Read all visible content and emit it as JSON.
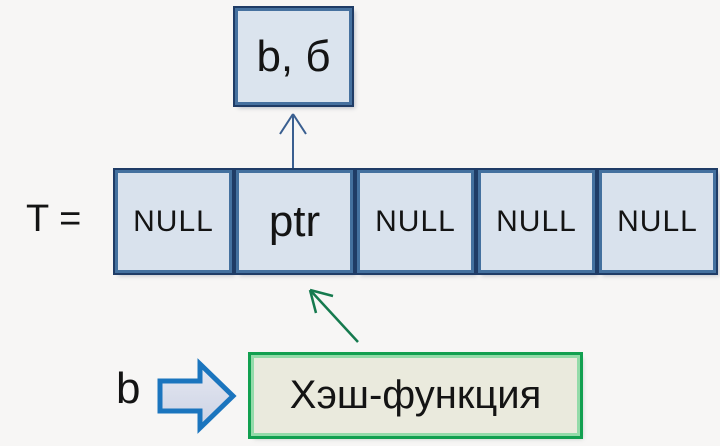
{
  "diagram": {
    "bucket_box": {
      "label": "b, б"
    },
    "table": {
      "label": "T =",
      "cells": [
        "NULL",
        "ptr",
        "NULL",
        "NULL",
        "NULL"
      ]
    },
    "hash_function_box": {
      "label": "Хэш-функция"
    },
    "key_label": "b"
  },
  "colors": {
    "background": "#F7F6F5",
    "cell_fill": "#D9E2ED",
    "cell_border": "#44719F",
    "cell_border_dark": "#1F3C66",
    "green_border": "#12A050",
    "green_border_light": "#93DBA9",
    "green_fill": "#EAEADD",
    "block_arrow_border": "#1B75BE",
    "block_arrow_fill": "#DEE1EC",
    "up_arrow": "#3A5F90",
    "diagonal_arrow": "#157A4E",
    "text": "#141414"
  }
}
